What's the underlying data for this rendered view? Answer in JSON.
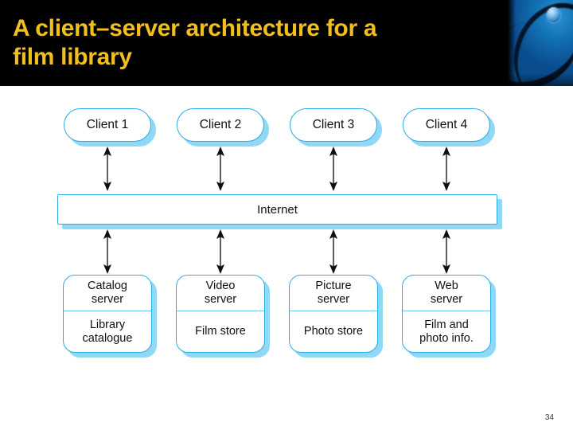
{
  "slide": {
    "title": "A client–server architecture for a\nfilm library",
    "title_color": "#f2c01e",
    "header_background": "#000000",
    "accent_color": "#29ace3",
    "shadow_color": "#7dd1f4",
    "page_number": "34",
    "header_image_alt": "blue-cable-photo"
  },
  "diagram": {
    "type": "client-server-architecture",
    "clients": [
      {
        "label": "Client 1"
      },
      {
        "label": "Client 2"
      },
      {
        "label": "Client 3"
      },
      {
        "label": "Client 4"
      }
    ],
    "network": {
      "label": "Internet"
    },
    "servers": [
      {
        "name": "Catalog\nserver",
        "store": "Library\ncatalogue"
      },
      {
        "name": "Video\nserver",
        "store": "Film store"
      },
      {
        "name": "Picture\nserver",
        "store": "Photo store"
      },
      {
        "name": "Web\nserver",
        "store": "Film and\nphoto info."
      }
    ],
    "connections": {
      "client_to_internet": "bidirectional",
      "internet_to_server": "bidirectional",
      "count_upper": 4,
      "count_lower": 4
    }
  }
}
